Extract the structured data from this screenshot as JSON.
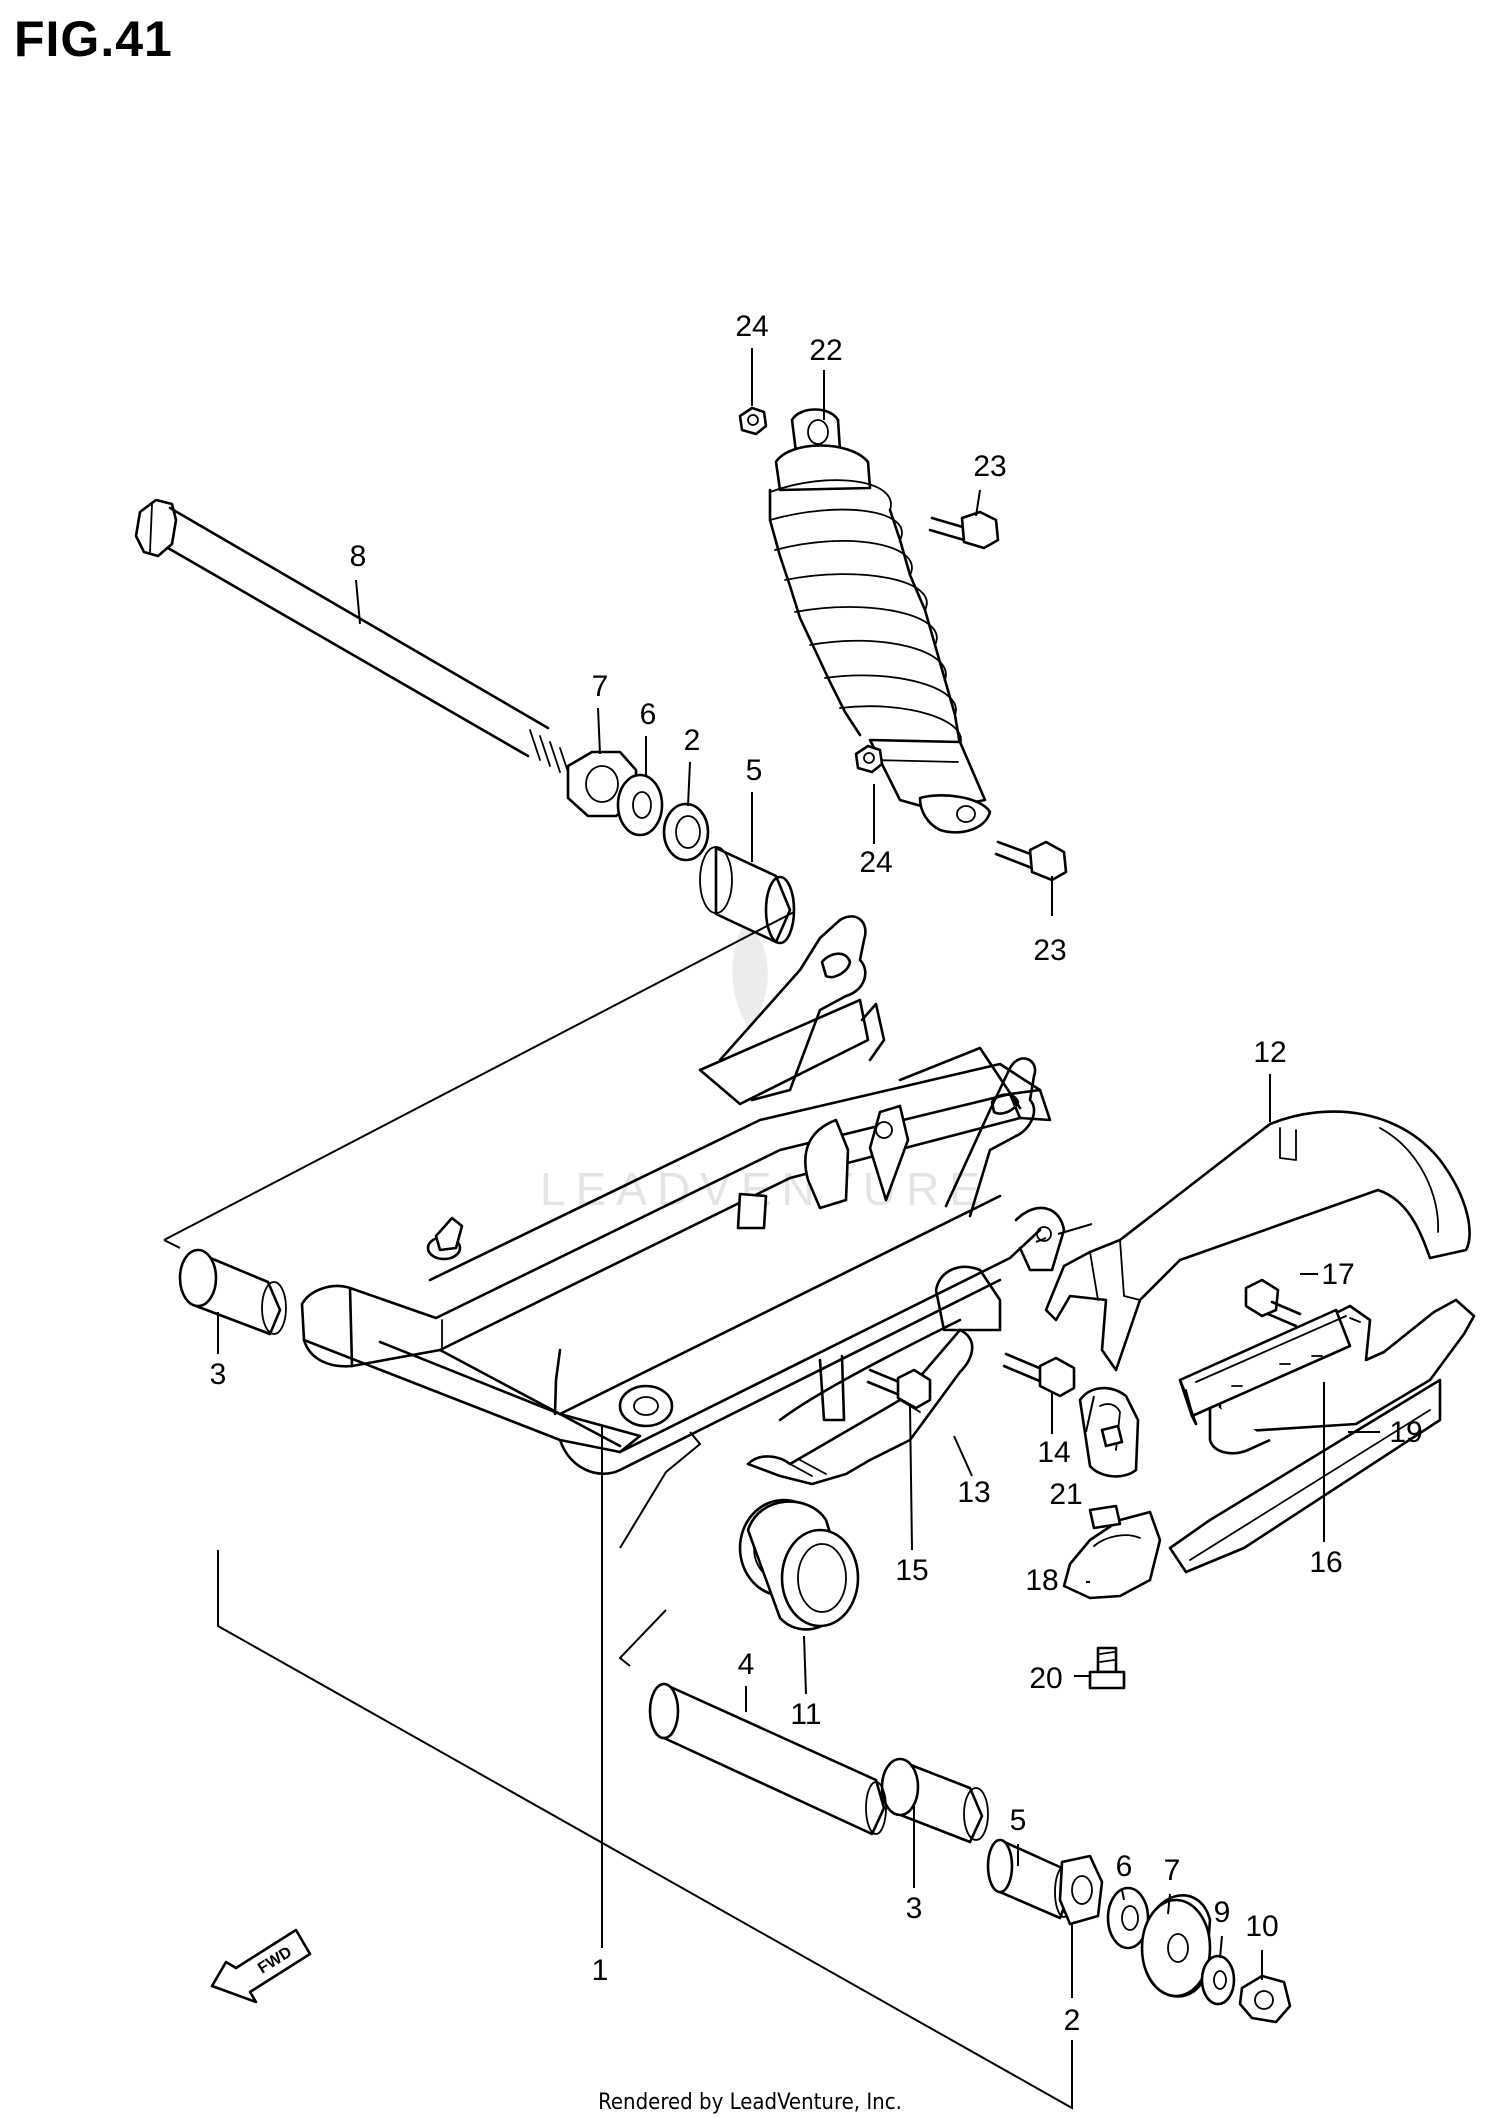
{
  "figure": {
    "title": "FIG.41"
  },
  "footer": "Rendered by LeadVenture, Inc.",
  "watermark": "LEADVENTURE",
  "fwd_label": "FWD",
  "callouts": [
    {
      "id": "c24a",
      "label": "24"
    },
    {
      "id": "c22",
      "label": "22"
    },
    {
      "id": "c23a",
      "label": "23"
    },
    {
      "id": "c8",
      "label": "8"
    },
    {
      "id": "c7a",
      "label": "7"
    },
    {
      "id": "c6a",
      "label": "6"
    },
    {
      "id": "c2a",
      "label": "2"
    },
    {
      "id": "c5a",
      "label": "5"
    },
    {
      "id": "c24b",
      "label": "24"
    },
    {
      "id": "c23b",
      "label": "23"
    },
    {
      "id": "c12",
      "label": "12"
    },
    {
      "id": "c17",
      "label": "17"
    },
    {
      "id": "c3a",
      "label": "3"
    },
    {
      "id": "c14",
      "label": "14"
    },
    {
      "id": "c19",
      "label": "19"
    },
    {
      "id": "c13",
      "label": "13"
    },
    {
      "id": "c21",
      "label": "21"
    },
    {
      "id": "c15",
      "label": "15"
    },
    {
      "id": "c18",
      "label": "18"
    },
    {
      "id": "c16",
      "label": "16"
    },
    {
      "id": "c20",
      "label": "20"
    },
    {
      "id": "c4",
      "label": "4"
    },
    {
      "id": "c11",
      "label": "11"
    },
    {
      "id": "c5b",
      "label": "5"
    },
    {
      "id": "c3b",
      "label": "3"
    },
    {
      "id": "c6b",
      "label": "6"
    },
    {
      "id": "c7b",
      "label": "7"
    },
    {
      "id": "c9",
      "label": "9"
    },
    {
      "id": "c10",
      "label": "10"
    },
    {
      "id": "c1",
      "label": "1"
    },
    {
      "id": "c2b",
      "label": "2"
    }
  ]
}
